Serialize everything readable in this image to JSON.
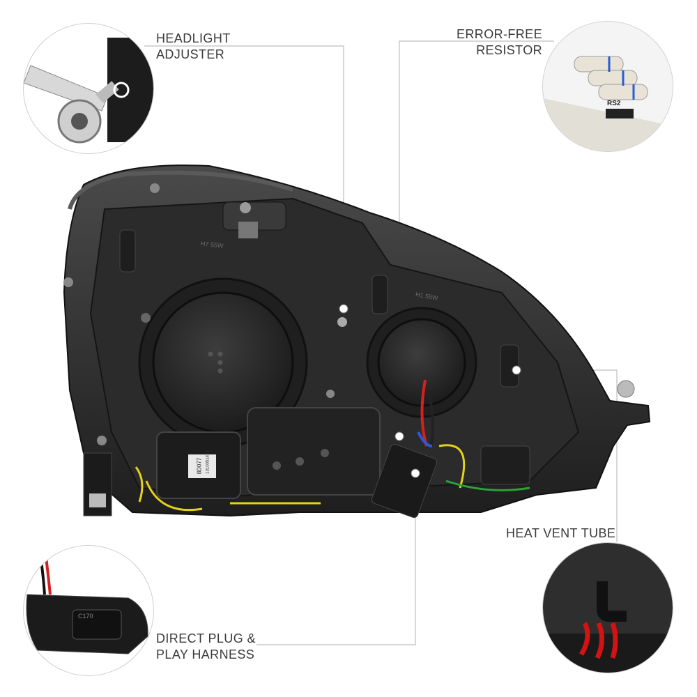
{
  "callouts": {
    "headlight_adjuster": {
      "line1": "HEADLIGHT",
      "line2": "ADJUSTER"
    },
    "error_free_resistor": {
      "line1": "ERROR-FREE",
      "line2": "RESISTOR"
    },
    "heat_vent_tube": {
      "line1": "HEAT VENT TUBE"
    },
    "direct_plug_harness": {
      "line1": "DIRECT PLUG &",
      "line2": "PLAY HARNESS"
    }
  },
  "part_markings": {
    "bulb_left": "H7 55W",
    "bulb_right": "H1 55W",
    "module_code": "8D077",
    "module_serial": "1310051473",
    "resistor_board": "RS2",
    "connector_code": "C170"
  },
  "colors": {
    "housing": "#2a2a2a",
    "label_text": "#3a3a3a",
    "leader_line": "#bdbdbd",
    "wire_red": "#d62020",
    "wire_yellow": "#e6d21c",
    "wire_blue": "#2a5bd6",
    "wire_green": "#2aa33a",
    "arrow_red": "#d11313"
  }
}
